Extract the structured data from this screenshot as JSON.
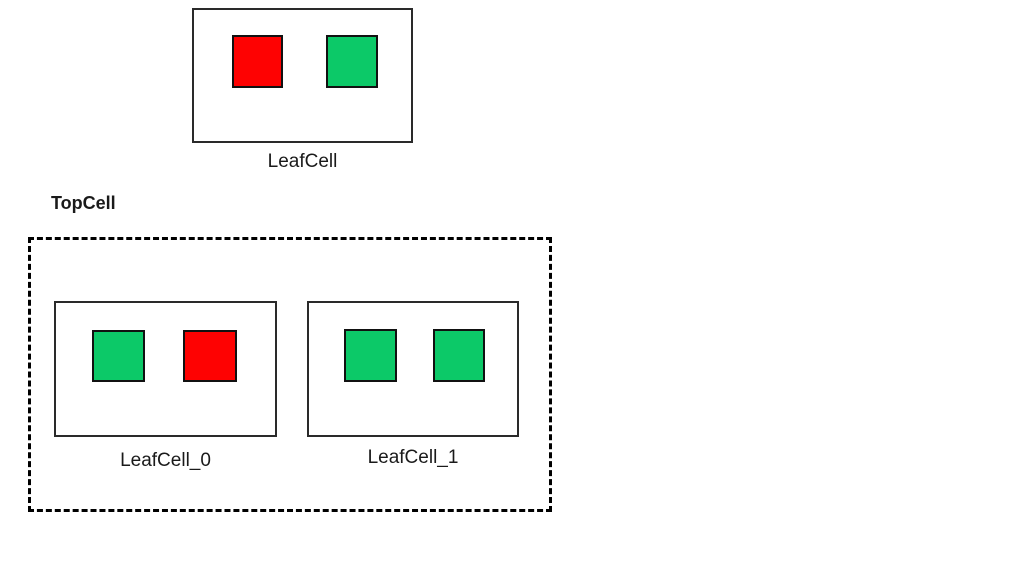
{
  "colors": {
    "red": "#fe0202",
    "green": "#0cc968",
    "box-outline": "#2a2a2a",
    "square-outline": "#111111",
    "dashed-outline": "#000000",
    "text": "#1a1a1a",
    "page-background": "#ffffff"
  },
  "master_cell": {
    "label": "LeafCell",
    "squares": [
      "red",
      "green"
    ]
  },
  "top_cell": {
    "label": "TopCell",
    "instances": [
      {
        "label": "LeafCell_0",
        "squares": [
          "green",
          "red"
        ]
      },
      {
        "label": "LeafCell_1",
        "squares": [
          "green",
          "green"
        ]
      }
    ]
  }
}
